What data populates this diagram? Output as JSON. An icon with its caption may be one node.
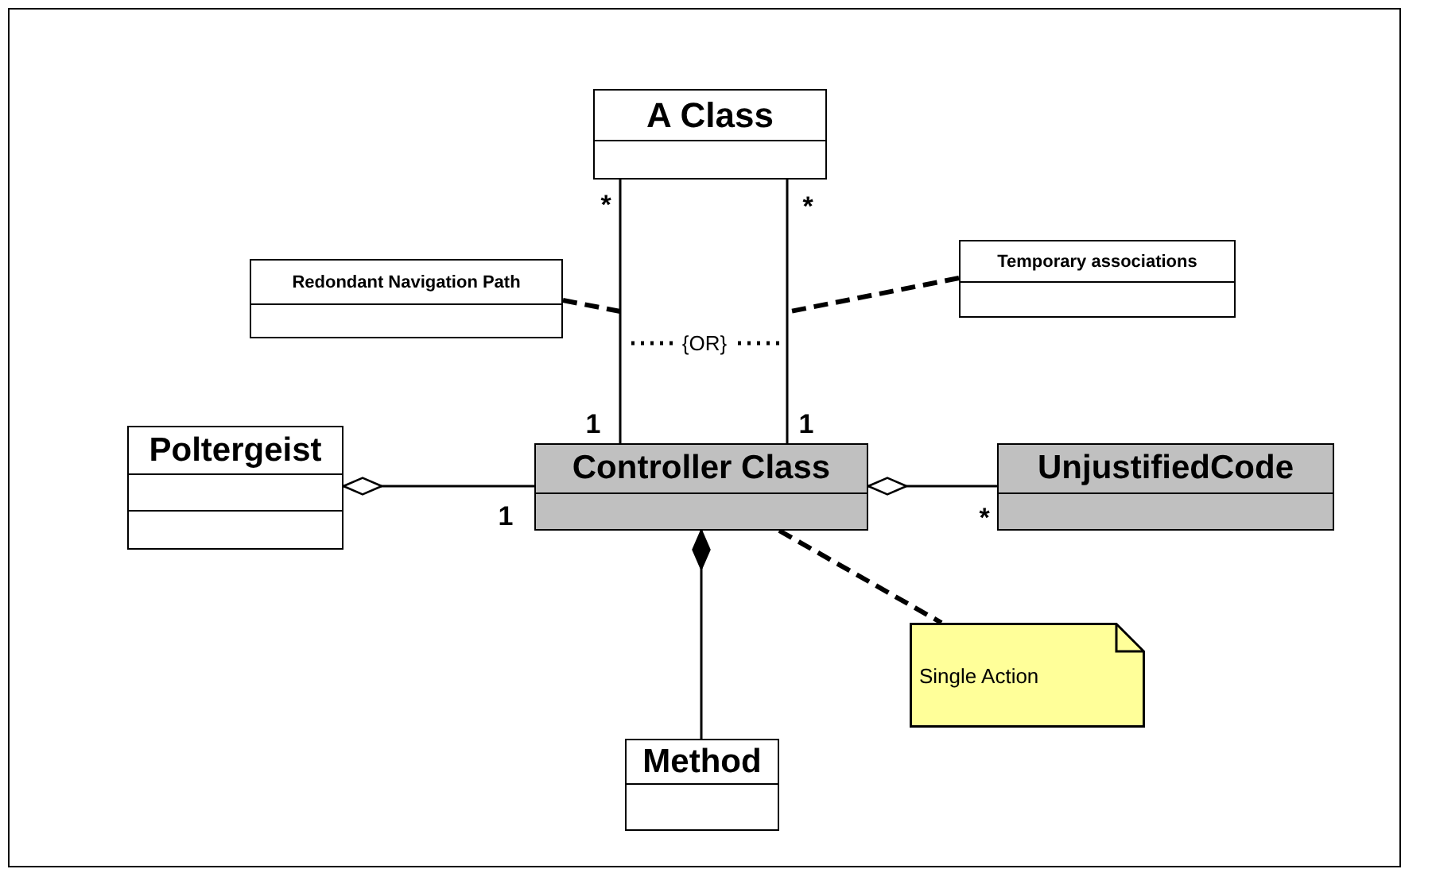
{
  "diagram": {
    "nodes": [
      {
        "text": [
          "A Class"
        ]
      },
      {
        "text": [
          "Redondant Navigation Path"
        ]
      },
      {
        "text": [
          "Temporary associations"
        ]
      },
      {
        "text": [
          "Poltergeist"
        ]
      },
      {
        "text": [
          "Controller Class"
        ]
      },
      {
        "text": [
          "UnjustifiedCode"
        ]
      },
      {
        "text": [
          "Single Action"
        ]
      },
      {
        "text": [
          "Method"
        ]
      }
    ],
    "edges": [
      {
        "from": 0,
        "to": 4,
        "arrow": "none"
      },
      {
        "from": 0,
        "to": 4,
        "arrow": "none"
      },
      {
        "from": 1,
        "to": null,
        "arrow": "none",
        "style": "dashed"
      },
      {
        "from": 2,
        "to": null,
        "arrow": "none",
        "style": "dashed"
      },
      {
        "from": 3,
        "to": 4,
        "arrow": "other"
      },
      {
        "from": 4,
        "to": 5,
        "arrow": "other"
      },
      {
        "from": 4,
        "to": 7,
        "arrow": "other"
      },
      {
        "from": 4,
        "to": 6,
        "arrow": "none",
        "style": "dashed"
      }
    ],
    "labels": [
      "*",
      "*",
      "{OR}",
      "1",
      "1",
      "1",
      "*"
    ]
  }
}
